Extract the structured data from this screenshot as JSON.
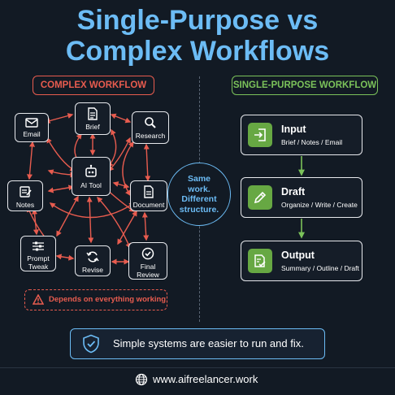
{
  "title": {
    "line1": "Single-Purpose vs",
    "line2": "Complex Workflows"
  },
  "left": {
    "header": "COMPLEX WORKFLOW",
    "nodes": {
      "email": "Email",
      "brief": "Brief",
      "research": "Research",
      "ai_tool": "AI Tool",
      "notes": "Notes",
      "document": "Document",
      "prompt_tweak_1": "Prompt",
      "prompt_tweak_2": "Tweak",
      "revise": "Revise",
      "final_review_1": "Final",
      "final_review_2": "Review"
    },
    "warning": "Depends on everything working"
  },
  "center": {
    "line1": "Same",
    "line2": "work.",
    "line3": "Different",
    "line4": "structure."
  },
  "right": {
    "header": "SINGLE-PURPOSE WORKFLOW",
    "steps": [
      {
        "title": "Input",
        "subtitle": "Brief / Notes / Email",
        "icon": "input-icon"
      },
      {
        "title": "Draft",
        "subtitle": "Organize / Write / Create",
        "icon": "pencil-icon"
      },
      {
        "title": "Output",
        "subtitle": "Summary / Outline / Draft",
        "icon": "document-check-icon"
      }
    ]
  },
  "banner": {
    "text": "Simple systems are easier to run and fix.",
    "icon": "shield-check-icon"
  },
  "footer": {
    "url": "www.aifreelancer.work",
    "icon": "globe-icon"
  },
  "colors": {
    "title": "#6cbcf5",
    "complex": "#e85c4f",
    "simple": "#7bc25a",
    "accent": "#6cbcf5",
    "background": "#121a24"
  }
}
